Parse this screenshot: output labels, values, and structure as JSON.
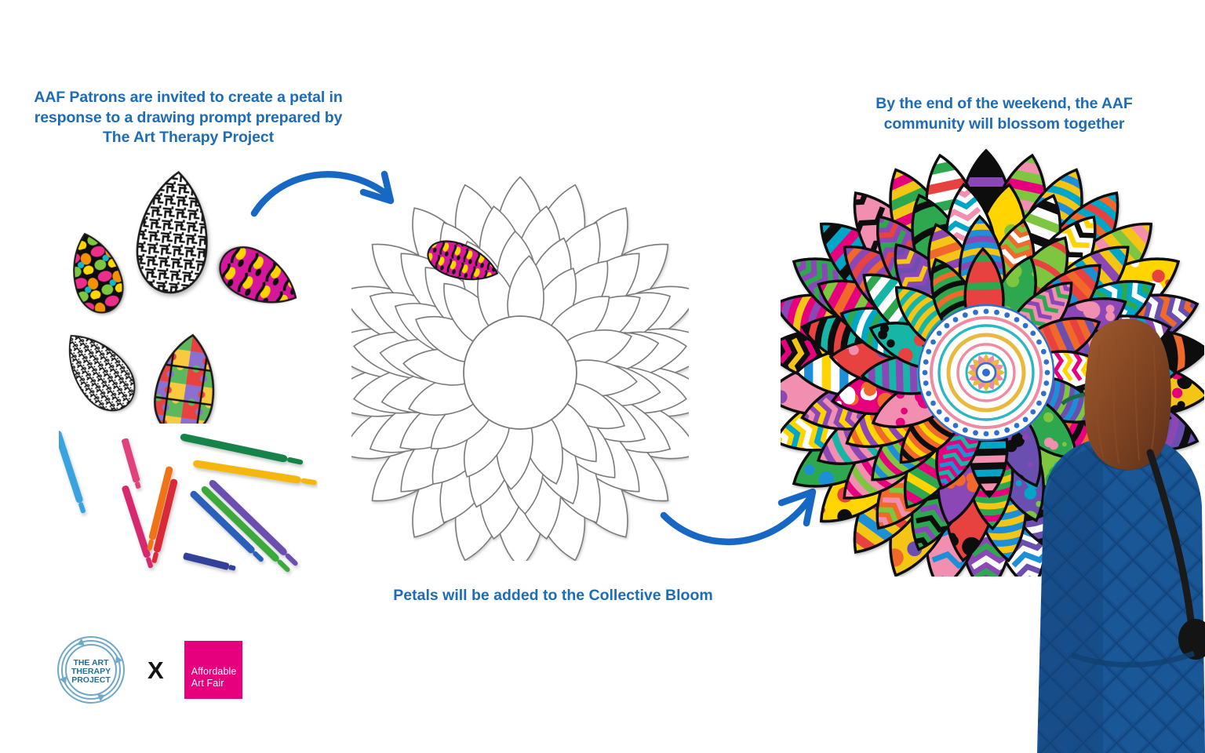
{
  "page": {
    "background_color": "#ffffff",
    "accent_blue": "#1d6cb5",
    "arrow_blue": "#1668c4",
    "brand_pink": "#e6007e"
  },
  "headings": {
    "left": "AAF Patrons are invited to create a petal in response to a drawing prompt prepared by The Art Therapy Project",
    "right": "By the end of the weekend, the AAF community will blossom together",
    "center_caption": "Petals will be added to the Collective Bloom"
  },
  "arrows": [
    {
      "name": "arrow-left-to-center",
      "direction": "curve-down-right",
      "color": "#1668c4"
    },
    {
      "name": "arrow-center-to-right",
      "direction": "curve-up-right",
      "color": "#1668c4"
    }
  ],
  "petal_samples": [
    {
      "name": "petal-maze-black-white-large",
      "description": "black and white maze pattern",
      "colors": [
        "#111111",
        "#ffffff"
      ]
    },
    {
      "name": "petal-abstract-bright",
      "description": "abstract shapes in pink, orange, green, yellow",
      "colors": [
        "#ec2f8a",
        "#f59000",
        "#7ec63f",
        "#ffd700",
        "#111111"
      ]
    },
    {
      "name": "petal-bee-pink-yellow",
      "description": "magenta ground with yellow and black shapes",
      "colors": [
        "#d6199b",
        "#ffd400",
        "#111111"
      ]
    },
    {
      "name": "petal-maze-black-white-small",
      "description": "black and white labyrinth pattern",
      "colors": [
        "#111111",
        "#ffffff"
      ]
    },
    {
      "name": "petal-jigsaw",
      "description": "interlocking jigsaw puzzle pieces",
      "colors": [
        "#e8423f",
        "#8b6fd0",
        "#5cb85c",
        "#f9c941",
        "#f2784b"
      ]
    }
  ],
  "markers": [
    {
      "name": "marker-light-blue",
      "color": "#38a3e0"
    },
    {
      "name": "marker-pink",
      "color": "#e0437d"
    },
    {
      "name": "marker-magenta",
      "color": "#d62a6f"
    },
    {
      "name": "marker-orange",
      "color": "#f07318"
    },
    {
      "name": "marker-red",
      "color": "#d92b34"
    },
    {
      "name": "marker-dark-green",
      "color": "#12834a"
    },
    {
      "name": "marker-yellow",
      "color": "#f5b611"
    },
    {
      "name": "marker-blue",
      "color": "#2b5fba"
    },
    {
      "name": "marker-green",
      "color": "#3aa93a"
    },
    {
      "name": "marker-purple",
      "color": "#6a4fb0"
    },
    {
      "name": "marker-navy",
      "color": "#33439b"
    }
  ],
  "outline_bloom": {
    "name": "collective-bloom-outline",
    "description": "concentric rings of blank teardrop petal outlines around an empty circular centre",
    "ring_petal_counts": [
      22,
      20,
      18,
      16
    ],
    "placed_petal": {
      "name": "placed-petal-bee",
      "description": "one completed magenta, yellow and black petal already added",
      "colors": [
        "#d6199b",
        "#ffd400",
        "#111111"
      ]
    },
    "outline_color": "#7a7a7a"
  },
  "finished_bloom": {
    "name": "collective-bloom-finished",
    "description": "densely packed rings of hand-decorated petals forming a complete flower",
    "ring_petal_counts": [
      30,
      26,
      22,
      16
    ],
    "centre": {
      "name": "mandala-centre",
      "description": "hand-drawn mandala disc with concentric dotted, zigzag and floral rings",
      "colors": [
        "#2f6fd0",
        "#2bb6c4",
        "#f08aa0",
        "#e8b93c",
        "#ffffff"
      ]
    },
    "palette": [
      "#e8423f",
      "#f5c518",
      "#2fa84f",
      "#1f8fd6",
      "#8b46b5",
      "#f0672a",
      "#16b5a5",
      "#e6007e",
      "#111111",
      "#ffffff",
      "#7ec63f",
      "#ffd400",
      "#6a4fb0",
      "#f28fb0",
      "#00a6c8"
    ]
  },
  "visitor": {
    "name": "gallery-visitor",
    "description": "person seen from behind viewing the bloom",
    "hair_color": "#8a4a27",
    "jacket_color": "#17508f",
    "jacket_style": "quilted diamond pattern",
    "bag_strap_color": "#1a1a1a"
  },
  "logos": {
    "art_therapy_project": {
      "name": "the-art-therapy-project-logo",
      "text_lines": [
        "THE ART",
        "THERAPY",
        "PROJECT"
      ],
      "color": "#6fa8c9"
    },
    "separator": "X",
    "affordable_art_fair": {
      "name": "affordable-art-fair-logo",
      "text_lines": [
        "Affordable",
        "Art Fair"
      ],
      "background": "#e6007e",
      "text_color": "#ffffff"
    }
  }
}
